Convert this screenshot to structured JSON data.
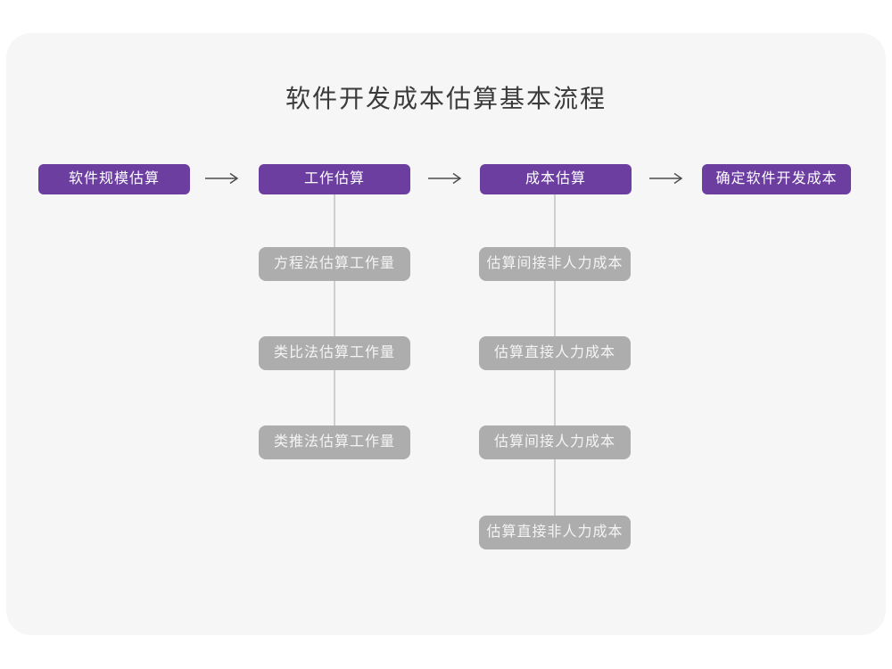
{
  "title": "软件开发成本估算基本流程",
  "colors": {
    "page_background": "#ffffff",
    "card_background": "#f6f6f7",
    "primary_node": "#6b3ea0",
    "sub_node": "#adadad",
    "connector_line": "#cfcfcf",
    "arrow": "#4a4a4a",
    "title_text": "#3b3b3b",
    "node_text": "#ffffff"
  },
  "icons": {
    "arrow_right": "→"
  },
  "flow": {
    "main_nodes": [
      {
        "label": "软件规模估算"
      },
      {
        "label": "工作估算"
      },
      {
        "label": "成本估算"
      },
      {
        "label": "确定软件开发成本"
      }
    ],
    "work_estimation_children": [
      {
        "label": "方程法估算工作量"
      },
      {
        "label": "类比法估算工作量"
      },
      {
        "label": "类推法估算工作量"
      }
    ],
    "cost_estimation_children": [
      {
        "label": "估算间接非人力成本"
      },
      {
        "label": "估算直接人力成本"
      },
      {
        "label": "估算间接人力成本"
      },
      {
        "label": "估算直接非人力成本"
      }
    ]
  }
}
